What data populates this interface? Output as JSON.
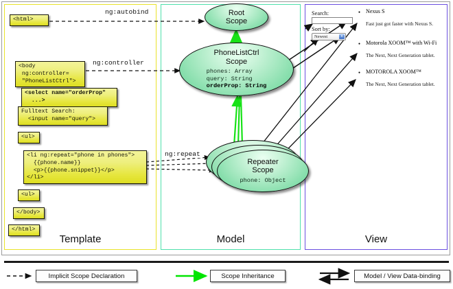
{
  "diagram": {
    "title": "AngularJS Template / Model / View scope data-binding diagram",
    "columns": [
      {
        "id": "template",
        "label": "Template",
        "border_color": "#e9e32a"
      },
      {
        "id": "model",
        "label": "Model",
        "border_color": "#4fe0ab"
      },
      {
        "id": "view",
        "label": "View",
        "border_color": "#6a4fe0"
      }
    ],
    "template": {
      "boxes": [
        {
          "id": "html-open",
          "text": "<html>",
          "bold": false
        },
        {
          "id": "body-open",
          "text": "<body\n ng:controller=\n \"PhoneListCtrl\">",
          "bold": false
        },
        {
          "id": "select",
          "text": "<select name=\"orderProp\"\n  ...>",
          "bold": true
        },
        {
          "id": "search",
          "text": "Fulltext Search:\n  <input name=\"query\">",
          "bold": false
        },
        {
          "id": "ul-open",
          "text": "<ul>",
          "bold": false
        },
        {
          "id": "li-repeat",
          "text": "<li ng:repeat=\"phone in phones\">\n  {{phone.name}}\n  <p>{{phone.snippet}}</p>\n</li>",
          "bold": false
        },
        {
          "id": "ul-close",
          "text": "<ul>",
          "bold": false
        },
        {
          "id": "body-close",
          "text": "</body>",
          "bold": false
        },
        {
          "id": "html-close",
          "text": "</html>",
          "bold": false
        }
      ]
    },
    "model": {
      "scopes": [
        {
          "id": "root-scope",
          "title_line1": "Root",
          "title_line2": "Scope",
          "props": []
        },
        {
          "id": "phonelist-scope",
          "title_line1": "PhoneListCtrl",
          "title_line2": "Scope",
          "props": [
            {
              "text": "phones: Array",
              "bold": false
            },
            {
              "text": "query: String",
              "bold": false
            },
            {
              "text": "orderProp: String",
              "bold": true
            }
          ]
        },
        {
          "id": "repeater-scope",
          "title_line1": "Repeater",
          "title_line2": "Scope",
          "props": [
            {
              "text": "phone: Object",
              "bold": false
            }
          ]
        }
      ]
    },
    "view": {
      "search_label": "Search:",
      "search_value": "",
      "sort_label": "Sort by:",
      "sort_selected": "Newest",
      "items": [
        {
          "title": "Nexus S",
          "snippet": "Fast just got faster with Nexus S."
        },
        {
          "title": "Motorola XOOM™  with Wi-Fi",
          "snippet": "The Next, Next Generation tablet."
        },
        {
          "title": "MOTOROLA XOOM™",
          "snippet": "The Next, Next Generation tablet."
        }
      ]
    },
    "connectors": [
      {
        "id": "ng-autobind",
        "label": "ng:autobind",
        "style": "dashed"
      },
      {
        "id": "ng-controller",
        "label": "ng:controller",
        "style": "dashed"
      },
      {
        "id": "ng-repeat",
        "label": "ng:repeat",
        "style": "dashed"
      }
    ],
    "legend": [
      {
        "id": "implicit-scope-declaration",
        "label": "Implicit Scope Declaration",
        "marker": "dashed-arrow",
        "color": "#111111"
      },
      {
        "id": "scope-inheritance",
        "label": "Scope Inheritance",
        "marker": "solid-arrow",
        "color": "#00e500"
      },
      {
        "id": "model-view-data-binding",
        "label": "Model / View Data-binding",
        "marker": "double-arrow",
        "color": "#111111"
      }
    ]
  }
}
